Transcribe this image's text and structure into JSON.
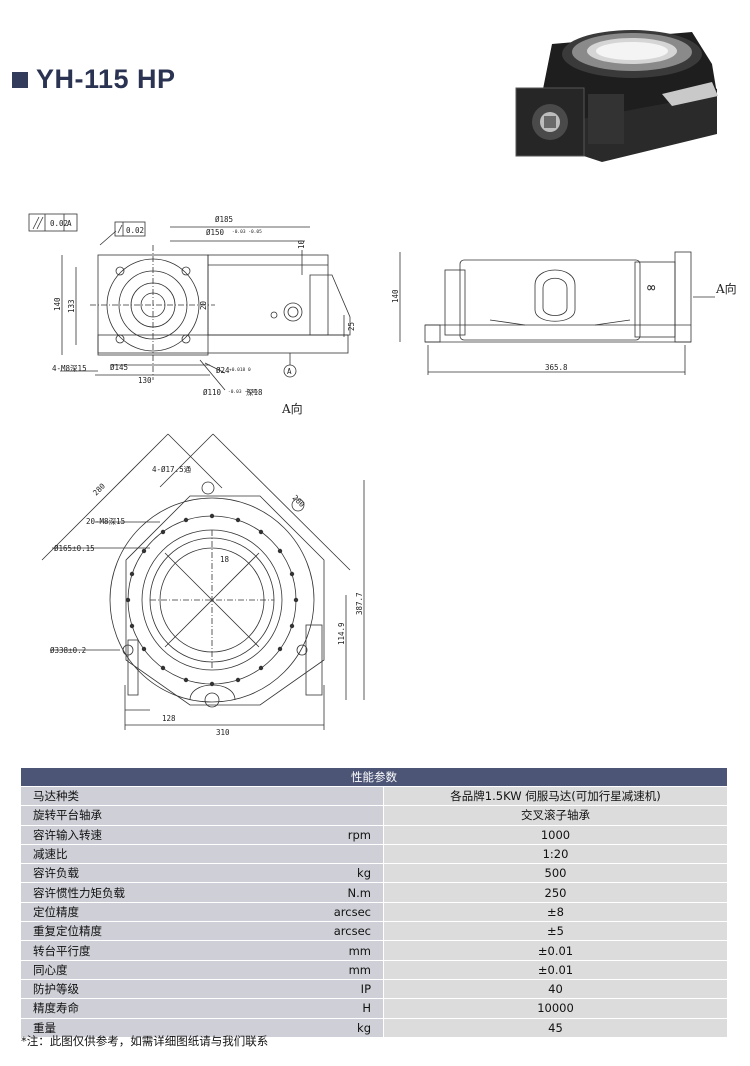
{
  "title": "YH-115 HP",
  "drawing_labels": {
    "parallel_tol": "0.02",
    "datum": "A",
    "runout_tol": "0.02",
    "d185": "Ø185",
    "d150": "Ø150",
    "d150_tol": "-0.03 -0.05",
    "dim_10": "10",
    "dim_140": "140",
    "dim_133": "133",
    "dim_20": "20",
    "dim_25": "25",
    "holes_m8": "4-M8深15",
    "d145": "Ø145",
    "d24": "Ø24",
    "d24_tol": "+0.018 0",
    "dim_130": "130",
    "d110": "Ø110",
    "d110_tol": "-0.03 -0.05",
    "deep18": "深18",
    "datum_a": "A",
    "side_140": "140",
    "side_365": "365.8",
    "a_dir": "A向",
    "a_view": "A向",
    "d17_5": "4-Ø17.5通",
    "dim_280a": "280",
    "dim_280b": "280",
    "m8_20": "20-M8深15",
    "d165": "Ø165±0.15",
    "d18": "18",
    "d338": "Ø338±0.2",
    "dim_114": "114.9",
    "dim_387": "387.7",
    "dim_128": "128",
    "dim_310": "310"
  },
  "spec_table": {
    "header": "性能参数",
    "rows": [
      {
        "name": "马达种类",
        "unit": "",
        "value": "各品牌1.5KW 伺服马达(可加行星减速机)"
      },
      {
        "name": "旋转平台轴承",
        "unit": "",
        "value": "交叉滚子轴承"
      },
      {
        "name": "容许输入转速",
        "unit": "rpm",
        "value": "1000"
      },
      {
        "name": "减速比",
        "unit": "",
        "value": "1:20"
      },
      {
        "name": "容许负载",
        "unit": "kg",
        "value": "500"
      },
      {
        "name": "容许惯性力矩负载",
        "unit": "N.m",
        "value": "250"
      },
      {
        "name": "定位精度",
        "unit": "arcsec",
        "value": "±8"
      },
      {
        "name": "重复定位精度",
        "unit": "arcsec",
        "value": "±5"
      },
      {
        "name": "转台平行度",
        "unit": "mm",
        "value": "±0.01"
      },
      {
        "name": "同心度",
        "unit": "mm",
        "value": "±0.01"
      },
      {
        "name": "防护等级",
        "unit": "IP",
        "value": "40"
      },
      {
        "name": "精度寿命",
        "unit": "H",
        "value": "10000"
      },
      {
        "name": "重量",
        "unit": "kg",
        "value": "45"
      }
    ]
  },
  "note": "*注：此图仅供参考，如需详细图纸请与我们联系"
}
